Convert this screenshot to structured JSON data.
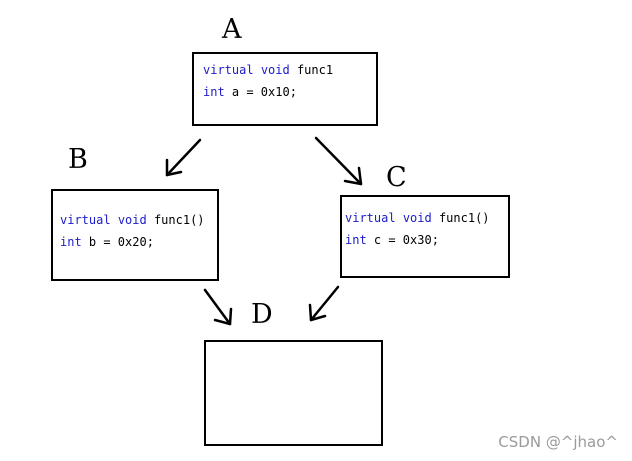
{
  "colors": {
    "keyword": "#1c1cc8",
    "text": "#000000",
    "border": "#000000",
    "watermark": "#9a9a9a"
  },
  "nodes": {
    "a": {
      "label": "A",
      "lines": [
        [
          {
            "kw": "virtual"
          },
          {
            "t": " "
          },
          {
            "kw": "void"
          },
          {
            "t": " func1"
          }
        ],
        [
          {
            "kw": "int"
          },
          {
            "t": " a = 0x10;"
          }
        ]
      ]
    },
    "b": {
      "label": "B",
      "lines": [
        [
          {
            "kw": "virtual"
          },
          {
            "t": " "
          },
          {
            "kw": "void"
          },
          {
            "t": " func1()"
          }
        ],
        [
          {
            "kw": "int"
          },
          {
            "t": " b = 0x20;"
          }
        ]
      ]
    },
    "c": {
      "label": "C",
      "lines": [
        [
          {
            "kw": "virtual"
          },
          {
            "t": " "
          },
          {
            "kw": "void"
          },
          {
            "t": " func1()"
          }
        ],
        [
          {
            "kw": "int"
          },
          {
            "t": " c = 0x30;"
          }
        ]
      ]
    },
    "d": {
      "label": "D",
      "lines": []
    }
  },
  "edges": [
    {
      "from": "A",
      "to": "B"
    },
    {
      "from": "A",
      "to": "C"
    },
    {
      "from": "B",
      "to": "D"
    },
    {
      "from": "C",
      "to": "D"
    }
  ],
  "watermark": "CSDN @^jhao^"
}
